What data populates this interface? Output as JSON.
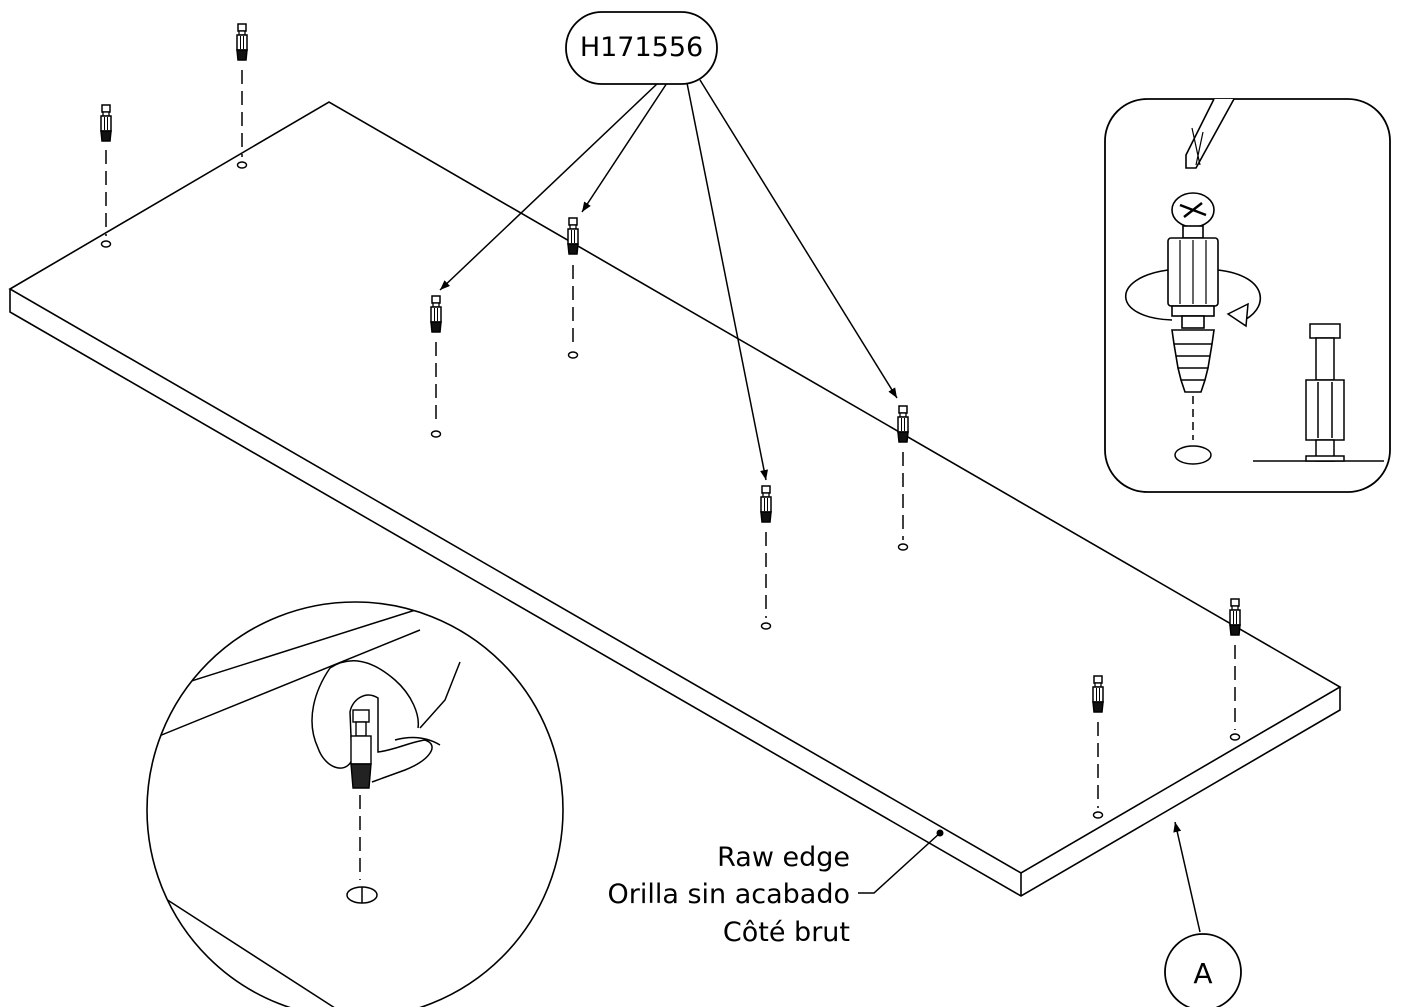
{
  "part_callout": {
    "code": "H171556"
  },
  "panel_callout": {
    "letter": "A"
  },
  "edge_note": {
    "line_en": "Raw edge",
    "line_es": "Orilla sin acabado",
    "line_fr": "Côté brut"
  }
}
